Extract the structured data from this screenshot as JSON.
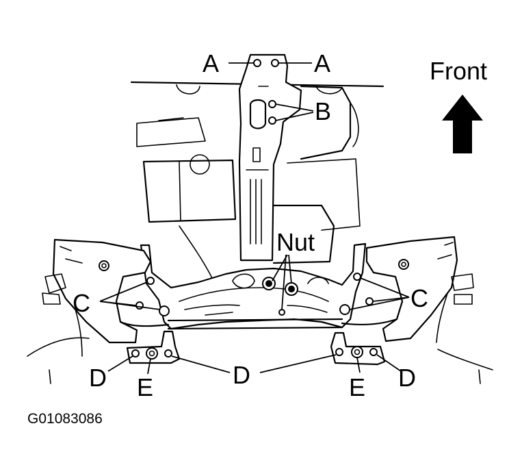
{
  "labels": {
    "a_left": "A",
    "a_right": "A",
    "b": "B",
    "nut": "Nut",
    "c_left": "C",
    "c_right": "C",
    "d_left": "D",
    "d_center": "D",
    "d_right": "D",
    "e_left": "E",
    "e_right": "E"
  },
  "direction": {
    "text": "Front",
    "arrow_icon": "up-arrow-icon"
  },
  "figure_code": "G01083086"
}
